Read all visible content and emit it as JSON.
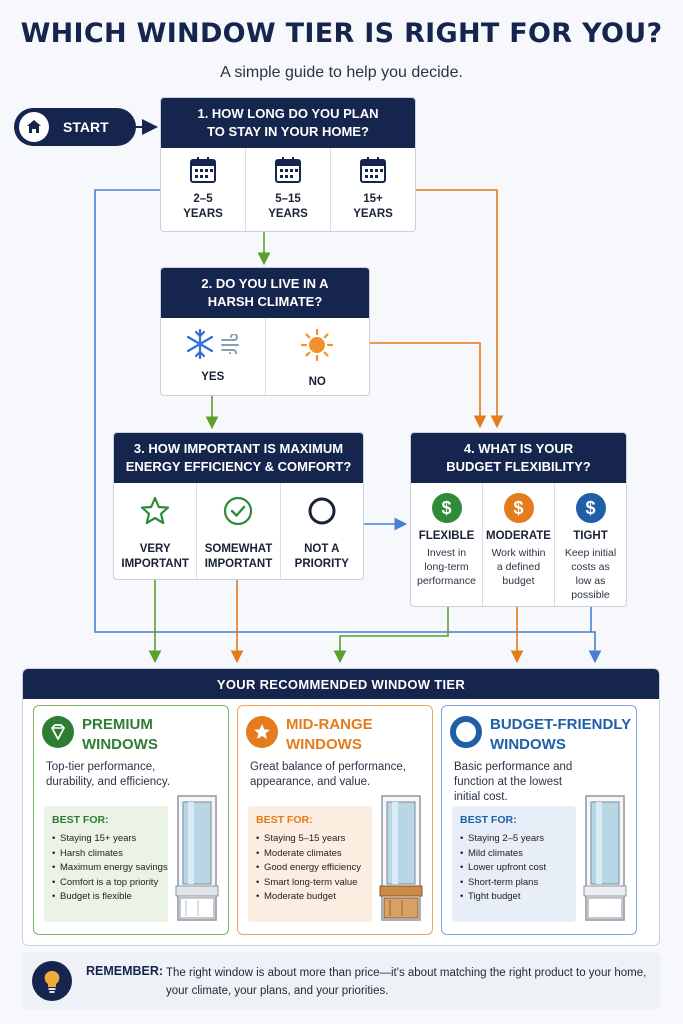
{
  "title": "WHICH WINDOW TIER IS RIGHT FOR YOU?",
  "subtitle": "A simple guide to help you decide.",
  "start": {
    "label": "START",
    "icon": "home-icon"
  },
  "q1": {
    "heading": "1. HOW LONG DO YOU PLAN\nTO STAY IN YOUR HOME?",
    "options": [
      {
        "label": "2–5\nYEARS",
        "icon": "calendar-icon"
      },
      {
        "label": "5–15\nYEARS",
        "icon": "calendar-icon"
      },
      {
        "label": "15+\nYEARS",
        "icon": "calendar-icon"
      }
    ]
  },
  "q2": {
    "heading": "2. DO YOU LIVE IN A\nHARSH CLIMATE?",
    "options": [
      {
        "label": "YES",
        "icon": "snowflake-wind-icon"
      },
      {
        "label": "NO",
        "icon": "sun-icon"
      }
    ]
  },
  "q3": {
    "heading": "3. HOW IMPORTANT IS MAXIMUM\nENERGY EFFICIENCY & COMFORT?",
    "options": [
      {
        "label": "VERY\nIMPORTANT",
        "icon": "star-icon"
      },
      {
        "label": "SOMEWHAT\nIMPORTANT",
        "icon": "check-circle-icon"
      },
      {
        "label": "NOT A\nPRIORITY",
        "icon": "circle-icon"
      }
    ]
  },
  "q4": {
    "heading": "4. WHAT IS YOUR\nBUDGET FLEXIBILITY?",
    "options": [
      {
        "label": "FLEXIBLE",
        "desc": "Invest in\nlong-term\nperformance",
        "icon": "dollar-icon",
        "color": "#2e8b3a"
      },
      {
        "label": "MODERATE",
        "desc": "Work within\na defined\nbudget",
        "icon": "dollar-icon",
        "color": "#e47b1c"
      },
      {
        "label": "TIGHT",
        "desc": "Keep initial\ncosts as\nlow as\npossible",
        "icon": "dollar-icon",
        "color": "#1f5fa8"
      }
    ]
  },
  "recommend": {
    "heading": "YOUR RECOMMENDED WINDOW TIER",
    "tiers": [
      {
        "name": "PREMIUM\nWINDOWS",
        "desc": "Top-tier performance,\ndurability, and efficiency.",
        "best_label": "BEST FOR:",
        "items": [
          "Staying 15+ years",
          "Harsh climates",
          "Maximum energy savings",
          "Comfort is a top priority",
          "Budget is flexible"
        ],
        "color": "#2e7d32",
        "icon": "diamond-icon"
      },
      {
        "name": "MID-RANGE\nWINDOWS",
        "desc": "Great balance of performance,\nappearance, and value.",
        "best_label": "BEST FOR:",
        "items": [
          "Staying 5–15 years",
          "Moderate climates",
          "Good energy efficiency",
          "Smart long-term value",
          "Moderate budget"
        ],
        "color": "#e47b1c",
        "icon": "star-icon"
      },
      {
        "name": "BUDGET-FRIENDLY\nWINDOWS",
        "desc": "Basic performance and\nfunction at the lowest\ninitial cost.",
        "best_label": "BEST FOR:",
        "items": [
          "Staying 2–5 years",
          "Mild climates",
          "Lower upfront cost",
          "Short-term plans",
          "Tight budget"
        ],
        "color": "#1f5fa8",
        "icon": "ring-icon"
      }
    ]
  },
  "remember": {
    "label": "REMEMBER:",
    "text": "The right window is about more than price—it's about matching the right product to your home, your climate, your plans, and your priorities.",
    "icon": "lightbulb-icon"
  },
  "colors": {
    "navy": "#16254d",
    "green": "#5aa02c",
    "orange": "#e47b1c",
    "blue": "#4a7fd0"
  }
}
